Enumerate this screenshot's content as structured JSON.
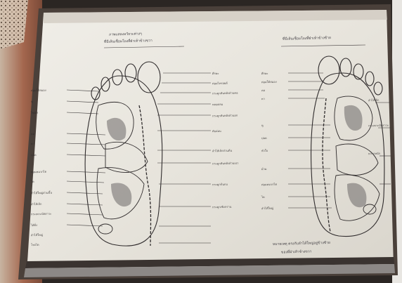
{
  "photo": {
    "subject": "Framed foot reflexology chart photographed at a slight angle, showing two foot diagrams with Thai labels",
    "colors": {
      "paper": "#e6e3dc",
      "ink": "#2d2a2a",
      "wall": "#8d5a43",
      "frame": "#2b2623"
    },
    "left_chart": {
      "title_lines": [
        "ภาพแสดงอวัยวะต่างๆ",
        "ที่มีเส้นเชื่อมโยงที่ฝ่าเท้าข้างขวา"
      ],
      "labels": [
        "ต่อมใต้สมอง",
        "หู",
        "ไซนัส",
        "คอ",
        "ตา",
        "ปอด",
        "ต่อมหมวกไต",
        "ไต",
        "ลำไส้ใหญ่ส่วนขึ้น",
        "ลำไส้เล็ก",
        "กระเพาะปัสสาวะ",
        "ไส้ติ่ง",
        "ลำไส้ใหญ่",
        "โรคไต",
        "ศีรษะ",
        "ต่อมไทรอยด์",
        "กระดูกสันหลังส่วนคอ",
        "หลอดลม",
        "กระดูกสันหลังส่วนอก",
        "ตับอ่อน",
        "ลำไส้เล็กส่วนต้น",
        "กระดูกสันหลังส่วนเอว",
        "กระดูกก้นกบ",
        "กระดูกเชิงกราน"
      ]
    },
    "right_chart": {
      "title_lines": [
        "ที่มีเส้นเชื่อมโยงที่ฝ่าเท้าข้างซ้าย"
      ],
      "labels": [
        "ศีรษะ",
        "ต่อมใต้สมอง",
        "คอ",
        "ตา",
        "หู",
        "ปอด",
        "หัวใจ",
        "ม้าม",
        "ต่อมหมวกไต",
        "ไต",
        "ลำไส้ใหญ่",
        "ลำไส้เล็ก",
        "กระเพาะปัสสาวะ",
        "ทวารหนัก"
      ],
      "caption_lines": [
        "หมายเหตุ  ตรงกับลำไส้ใหญ่อยู่ข้างซ้าย",
        "ของที่ฝ่าเท้าข้างขวา"
      ]
    }
  }
}
